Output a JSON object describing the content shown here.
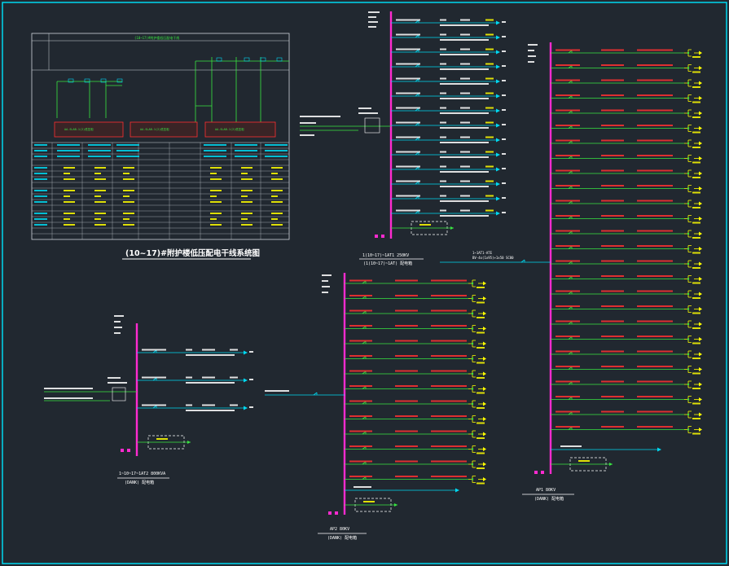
{
  "drawing": {
    "title": "(10~17)#附护楼低压配电干线系统图",
    "colors": {
      "background": "#212830",
      "frame": "#00d8f0",
      "busbar": "#ff2bd0",
      "feeder": "#39e642",
      "label_red": "#ff3030",
      "label_green": "#39e642",
      "terminal_yellow": "#ffff00",
      "table_border": "#cfd4da"
    }
  },
  "panels": {
    "top": {
      "caption_main": "",
      "caption_sub": ""
    },
    "left": {
      "caption_main": "1~10~17~1AT2  800KVA",
      "caption_sub": "(DANK) 配电箱"
    },
    "middle": {
      "caption_main": "AP2  80KV",
      "caption_sub": "(DANK) 配电箱"
    },
    "right": {
      "caption_main": "AP1  80KV",
      "caption_sub": "(DANK) 配电箱"
    }
  },
  "captions": {
    "middle_top": "1(10~17)~1AT1  250KV",
    "middle_top_sub": "(1(10~17)~1AT) 配电箱",
    "right_feed": "1~1AT1-ATE",
    "right_feed_sub": "BV-4x(1x95)+1x50 SC80"
  },
  "table": {
    "header": "(10~17)#附护楼低压配电干线",
    "box_left": "AA-SLAB-1(2)低压柜",
    "box_mid": "AA-SLAB-1(2)低压柜",
    "box_right": "AA-SLAB-1(2)低压柜"
  }
}
